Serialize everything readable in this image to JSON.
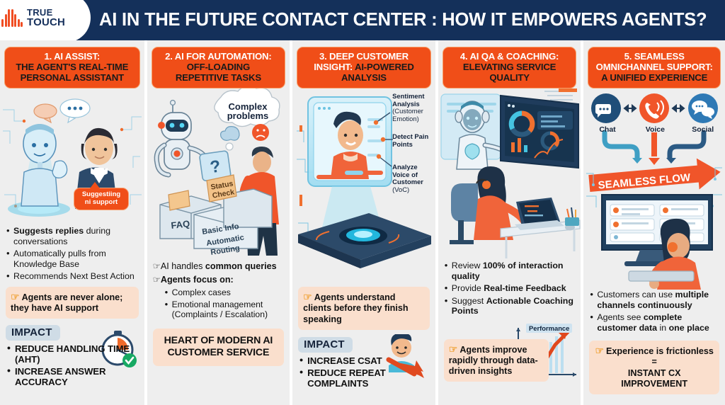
{
  "header": {
    "logo_line1": "TRUE",
    "logo_line2": "TOUCH",
    "logo_icon": "soundwave-logo-icon",
    "title": "AI IN THE FUTURE CONTACT CENTER : HOW IT EMPOWERS AGENTS?",
    "bg_color": "#14305a",
    "accent_color": "#f04e18"
  },
  "columns": [
    {
      "id": "col-1",
      "head_line1": "1. AI ASSIST:",
      "head_line2": "THE AGENT'S REAL-TIME",
      "head_line3": "PERSONAL ASSISTANT",
      "art_name": "ai-hologram-agent-illustration",
      "art_tag": "Suggestiing\nni support",
      "art_tag_line1": "Suggestiing",
      "art_tag_line2": "ni support",
      "bullets": [
        {
          "bold": "Suggests replies",
          "rest": " during conversations"
        },
        {
          "bold": "",
          "rest": "Automatically pulls from Knowledge Base"
        },
        {
          "bold": "",
          "rest": "Recommends Next Best Action"
        }
      ],
      "callout": "Agents are never alone; they have AI support",
      "impact_label": "IMPACT",
      "impact_items": [
        "REDUCE HANDLING TIME (AHT)",
        "INCREASE ANSWER ACCURACY"
      ],
      "impact_icon": "stopwatch-check-icon"
    },
    {
      "id": "col-2",
      "head_line1": "2. AI FOR AUTOMATION:",
      "head_line2": "OFF-LOADING",
      "head_line3": "REPETITIVE TASKS",
      "art_name": "robot-sorting-boxes-illustration",
      "art_labels": [
        "Complex problems",
        "FAQ",
        "Basic Info",
        "Automatic Routing",
        "Status Check",
        "?"
      ],
      "callouts": [
        {
          "text": "AI handles ",
          "bold": "common queries"
        },
        {
          "text": "Agents focus on:",
          "bold": ""
        }
      ],
      "callout1_plain": "AI handles ",
      "callout1_bold": "common queries",
      "callout2_bold": "Agents focus on:",
      "sub_bullets": [
        "Complex cases",
        "Emotional management (Complaints / Escalation)"
      ],
      "banner_line1": "HEART OF MODERN AI",
      "banner_line2": "CUSTOMER SERVICE"
    },
    {
      "id": "col-3",
      "head_line1": "3. DEEP CUSTOMER",
      "head_line2_white": "INSIGHT: ",
      "head_line2_dark": "AI-POWERED",
      "head_line3": "ANALYSIS",
      "art_name": "customer-hologram-analysis-illustration",
      "annotations": [
        {
          "title": "Sentiment Analysis",
          "sub": "(Customer Emotion)"
        },
        {
          "title": "Detect Pain Points",
          "sub": ""
        },
        {
          "title": "Analyze Voice of Customer",
          "sub": "(VoC)"
        }
      ],
      "callout": "Agents understand clients before they finish speaking",
      "impact_label": "IMPACT",
      "impact_items": [
        "INCREASE CSAT",
        "REDUCE REPEAT COMPLAINTS"
      ],
      "impact_icon": "happy-customer-down-arrow-icon"
    },
    {
      "id": "col-4",
      "head_line1": "4. AI QA & COACHING:",
      "head_line2": "ELEVATING SERVICE",
      "head_line3": "QUALITY",
      "art_name": "ai-coach-agent-dashboard-illustration",
      "bullets": [
        {
          "plain": "Review ",
          "bold": "100% of interaction quality"
        },
        {
          "plain": "Provide ",
          "bold": "Real-time Feedback"
        },
        {
          "plain": "Suggest ",
          "bold": "Actionable Coaching Points"
        }
      ],
      "callout": "Agents improve rapidly through data-driven insights",
      "chart_label": "Performance",
      "chart_icon": "rising-performance-chart-icon"
    },
    {
      "id": "col-5",
      "head_line1": "5. SEAMLESS",
      "head_line2": "OMNICHANNEL SUPPORT:",
      "head_line3": "A UNIFIED EXPERIENCE",
      "art_name": "omnichannel-flow-illustration",
      "channels": [
        {
          "label": "Chat",
          "icon": "chat-bubble-icon",
          "color": "#1f4e79"
        },
        {
          "label": "Voice",
          "icon": "phone-wave-icon",
          "color": "#f04e18"
        },
        {
          "label": "Social",
          "icon": "social-bubbles-icon",
          "color": "#2e79b5"
        }
      ],
      "flow_banner": "SEAMLESS FLOW",
      "bullets": [
        {
          "plain": "Customers can use ",
          "bold": "multiple channels continuously"
        },
        {
          "plain": "Agents see ",
          "bold": "complete customer data",
          "tail": " in ",
          "bold2": "one place"
        }
      ],
      "callout_line1": "Experience is frictionless =",
      "callout_line2": "INSTANT CX IMPROVEMENT"
    }
  ],
  "colors": {
    "orange": "#f04e18",
    "navy": "#14305a",
    "panel_bg": "#eeeeee",
    "peach": "#fadfcd",
    "impact_chip": "#cfdce6"
  }
}
